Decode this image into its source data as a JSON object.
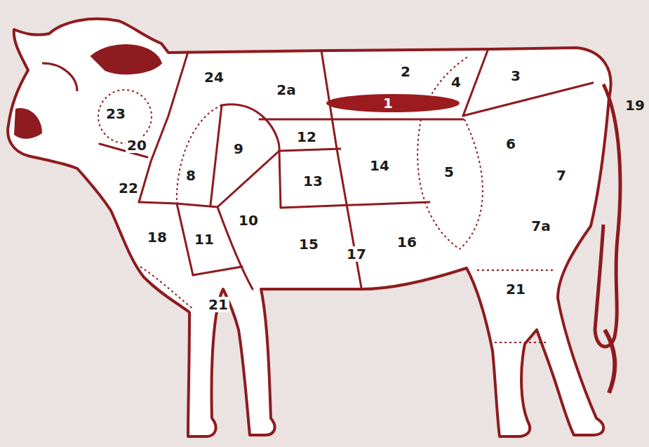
{
  "diagram": {
    "labels": [
      "24",
      "2",
      "2a",
      "4",
      "3",
      "1",
      "19",
      "23",
      "12",
      "9",
      "6",
      "20",
      "14",
      "8",
      "13",
      "5",
      "7",
      "22",
      "10",
      "7a",
      "18",
      "11",
      "15",
      "16",
      "17",
      "21",
      "21"
    ]
  }
}
